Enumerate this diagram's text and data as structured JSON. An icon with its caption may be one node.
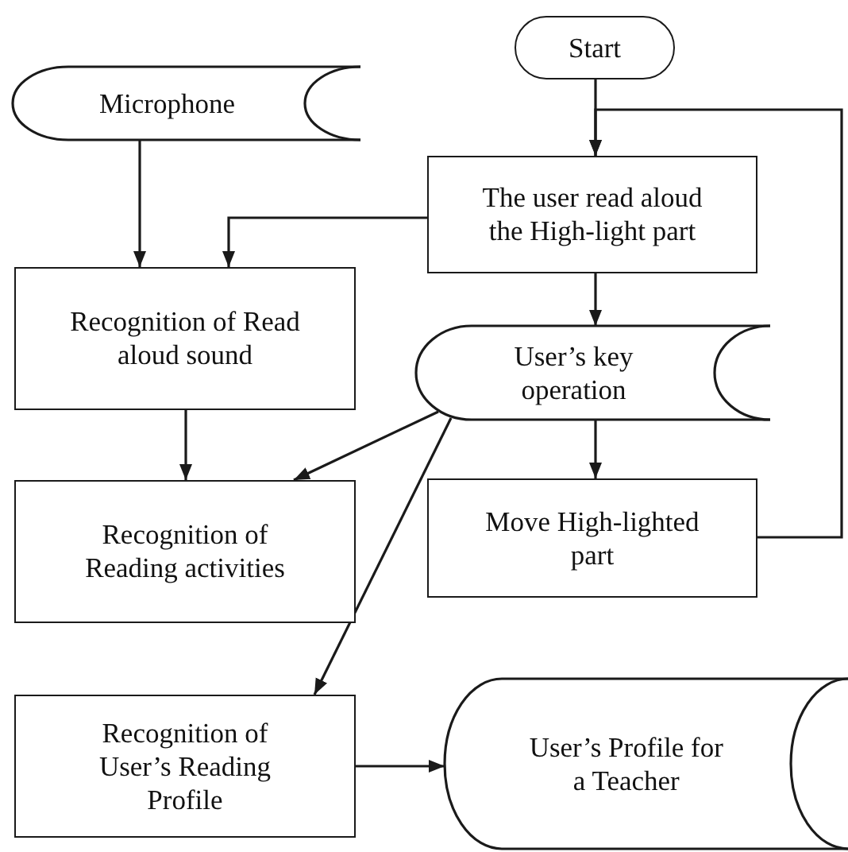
{
  "diagram": {
    "nodes": [
      {
        "text": [
          "Start"
        ]
      },
      {
        "text": [
          "Microphone"
        ]
      },
      {
        "text": [
          "The user read aloud the High-light part"
        ]
      },
      {
        "text": [
          "Recognition of Read aloud sound"
        ]
      },
      {
        "text": [
          "User’s key operation"
        ]
      },
      {
        "text": [
          "Recognition of Reading activities"
        ]
      },
      {
        "text": [
          "Move High-lighted part"
        ]
      },
      {
        "text": [
          "Recognition of User’s Reading Profile"
        ]
      },
      {
        "text": [
          "User’s Profile for a Teacher"
        ]
      }
    ],
    "edges": [
      {
        "from": 0,
        "to": 2,
        "arrow": "to"
      },
      {
        "from": 6,
        "to": 2,
        "arrow": "to"
      },
      {
        "from": 1,
        "to": 3,
        "arrow": "to"
      },
      {
        "from": 2,
        "to": 3,
        "arrow": "to"
      },
      {
        "from": 2,
        "to": 4,
        "arrow": "to"
      },
      {
        "from": 3,
        "to": 5,
        "arrow": "to"
      },
      {
        "from": 4,
        "to": 5,
        "arrow": "to"
      },
      {
        "from": 4,
        "to": 6,
        "arrow": "to"
      },
      {
        "from": 4,
        "to": 7,
        "arrow": "to"
      },
      {
        "from": 7,
        "to": 8,
        "arrow": "to"
      }
    ]
  }
}
